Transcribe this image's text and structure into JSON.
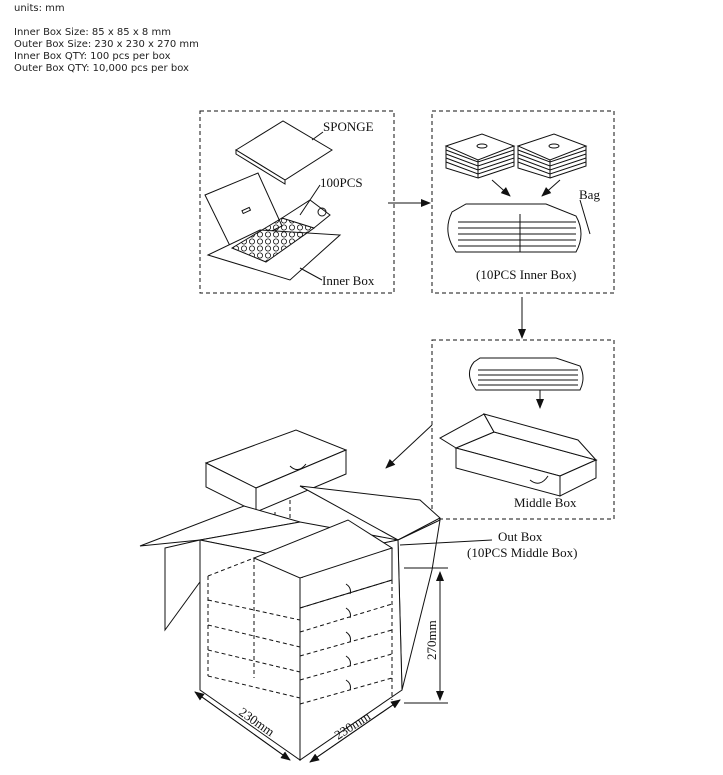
{
  "specs": {
    "units": "units: mm",
    "inner_size": "Inner Box Size: 85 x 85 x 8 mm",
    "outer_size": "Outer Box Size: 230 x 230 x 270 mm",
    "inner_qty": "Inner Box QTY: 100 pcs per box",
    "outer_qty": "Outer Box QTY: 10,000 pcs per box"
  },
  "diagram": {
    "sponge": "SPONGE",
    "pcs100": "100PCS",
    "inner_box": "Inner Box",
    "bag": "Bag",
    "inner_10": "(10PCS Inner Box)",
    "middle_box": "Middle Box",
    "out_box": "Out Box",
    "middle_10": "(10PCS Middle Box)",
    "height": "270mm",
    "width1": "230mm",
    "width2": "230mm"
  }
}
